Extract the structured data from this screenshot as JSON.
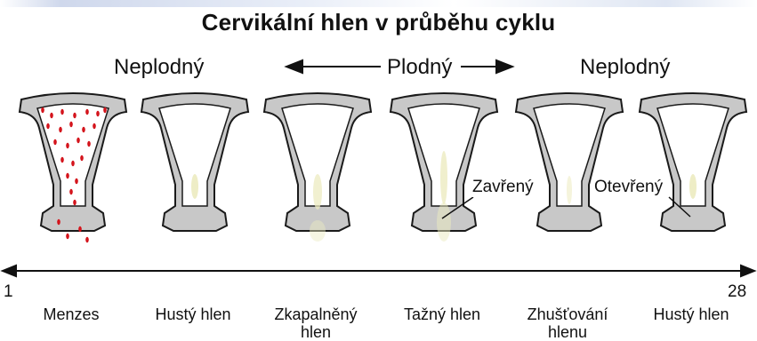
{
  "title": "Cervikální hlen v průběhu cyklu",
  "phases": {
    "left": "Neplodný",
    "middle": "Plodný",
    "right": "Neplodný"
  },
  "callouts": {
    "closed": "Zavřený",
    "open": "Otevřený"
  },
  "axis": {
    "start_day": "1",
    "end_day": "28"
  },
  "stages": [
    {
      "label": "Menzes",
      "mucus": "blood"
    },
    {
      "label": "Hustý hlen",
      "mucus": "thick"
    },
    {
      "label": "Zkapalněný hlen",
      "mucus": "liquid"
    },
    {
      "label": "Tažný hlen",
      "mucus": "stretchy"
    },
    {
      "label": "Zhušťování hlenu",
      "mucus": "thickening"
    },
    {
      "label": "Hustý hlen",
      "mucus": "thick"
    }
  ],
  "colors": {
    "organ_fill": "#c8c8c8",
    "organ_stroke": "#1a1a1a",
    "blood": "#d4141c",
    "mucus": "#ecebc0",
    "top_band": "#cfd8ec"
  }
}
